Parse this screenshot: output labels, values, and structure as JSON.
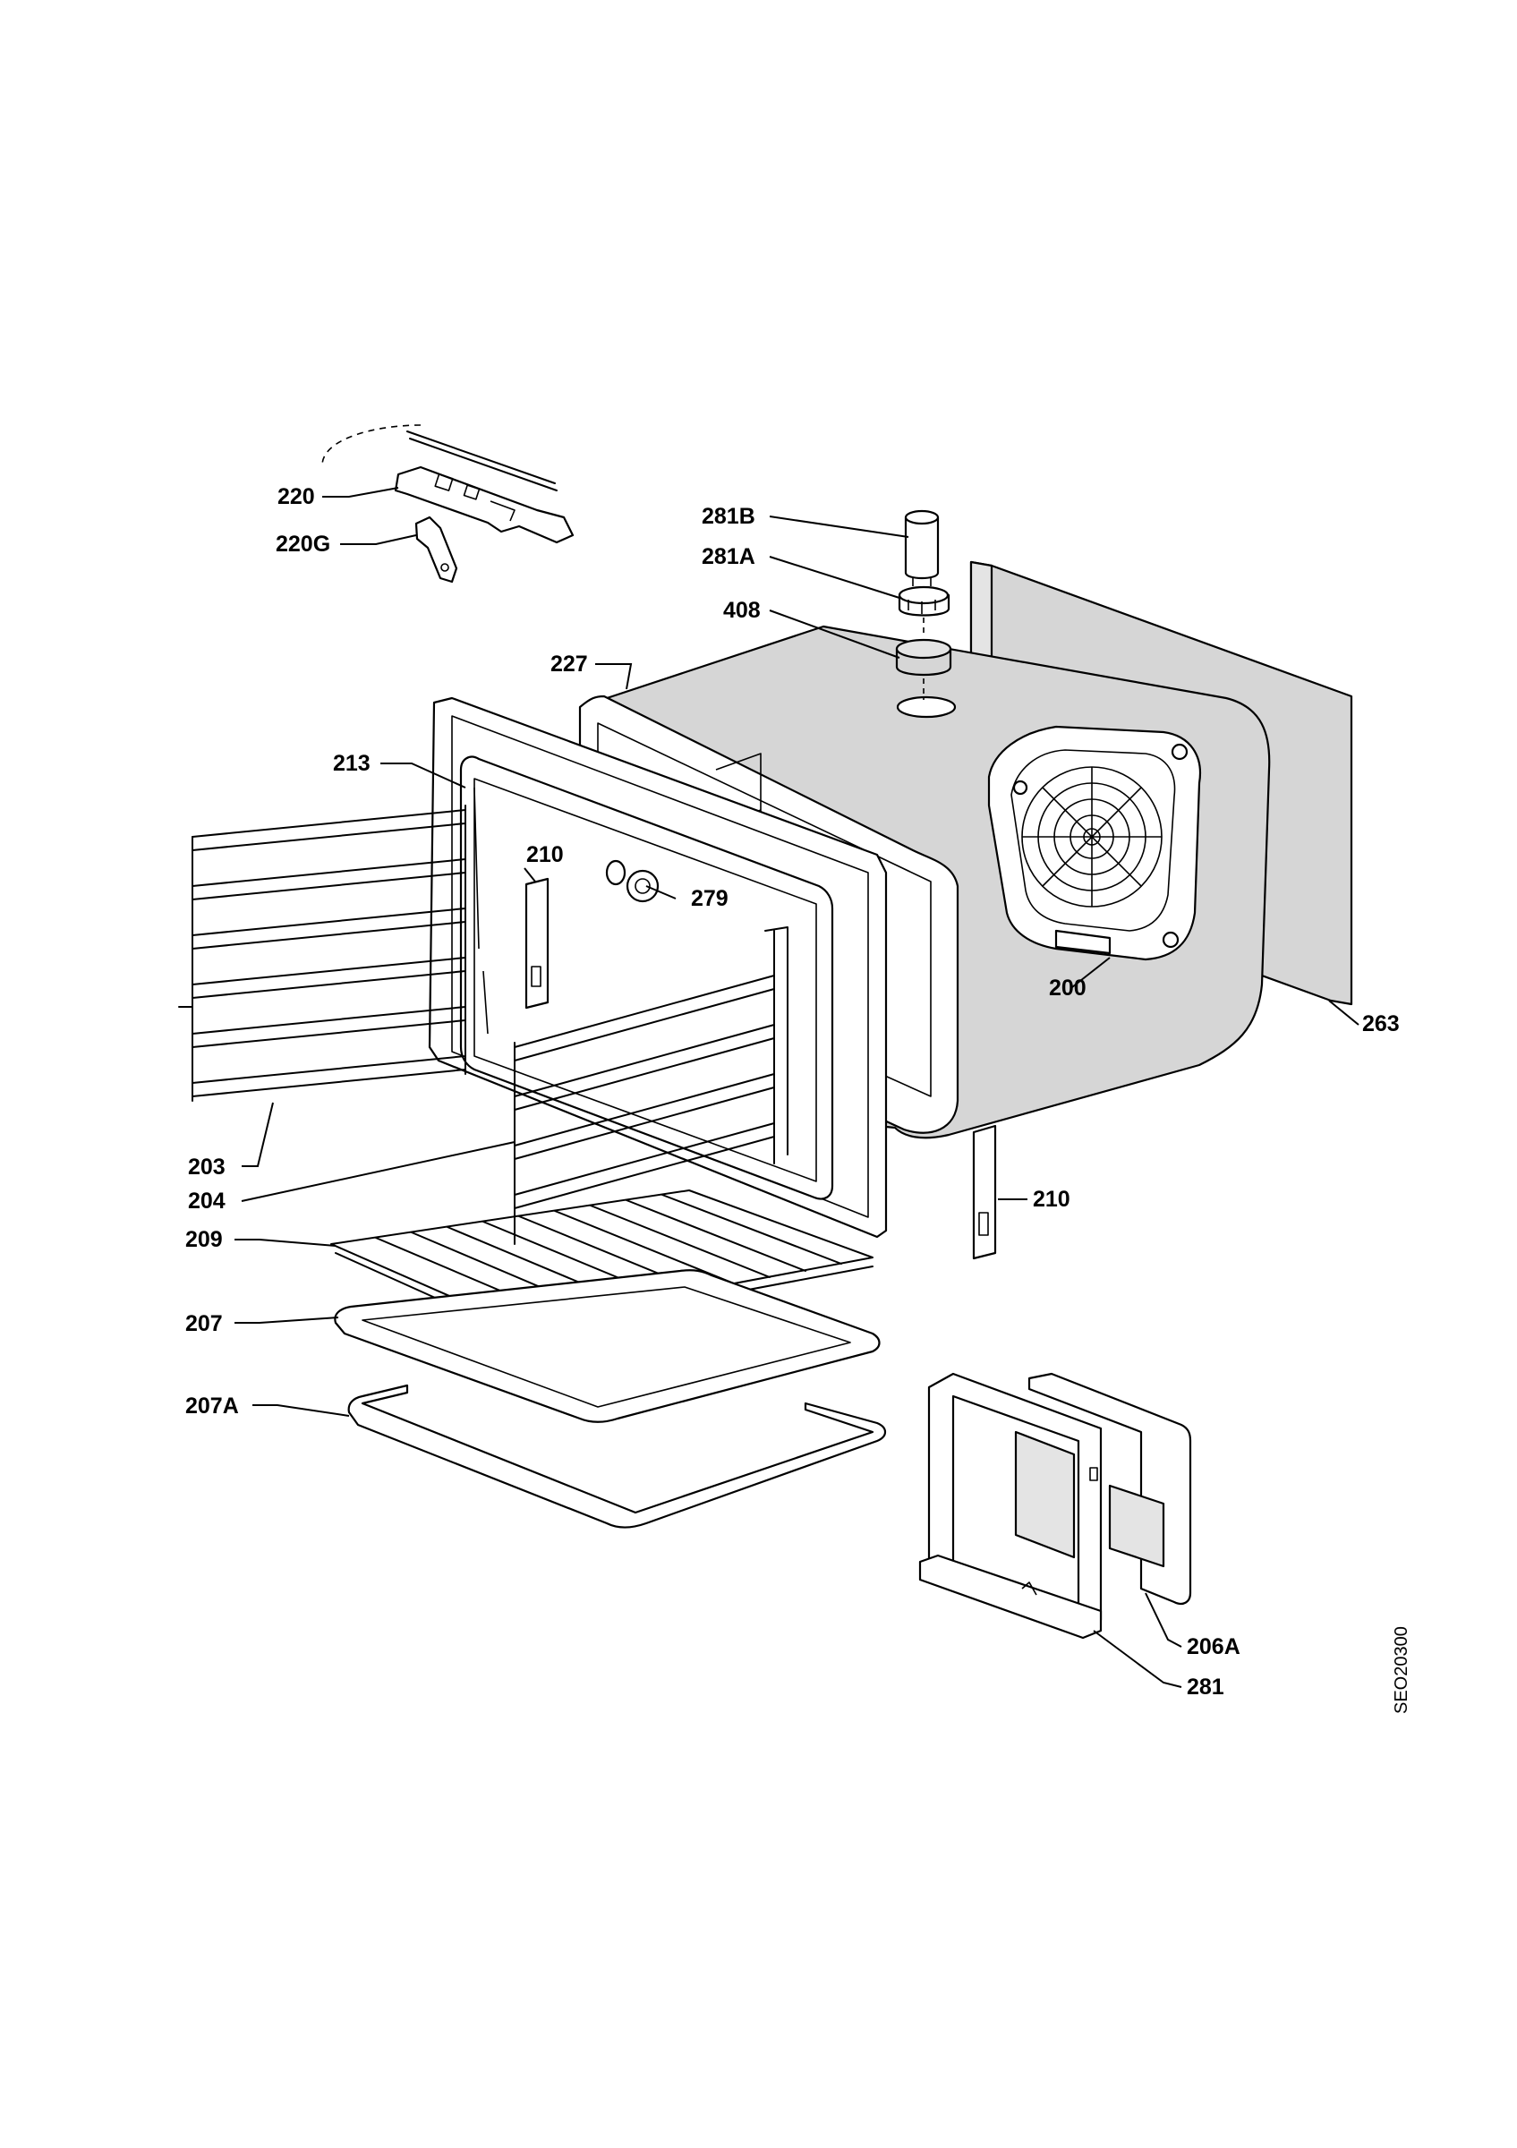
{
  "diagram_code": "SEO20300",
  "labels": {
    "l200": "200",
    "l203": "203",
    "l204": "204",
    "l206A": "206A",
    "l207": "207",
    "l207A": "207A",
    "l209": "209",
    "l210a": "210",
    "l210b": "210",
    "l213": "213",
    "l220": "220",
    "l220G": "220G",
    "l227": "227",
    "l263": "263",
    "l279": "279",
    "l281": "281",
    "l281A": "281A",
    "l281B": "281B",
    "l408": "408"
  }
}
